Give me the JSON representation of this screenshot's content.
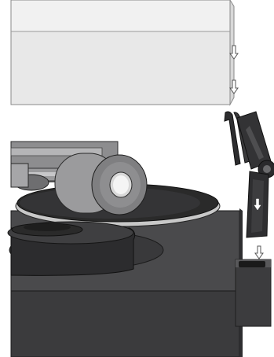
{
  "illustration": {
    "subject": "turntable-dust-cover-installation",
    "arrows": [
      {
        "name": "lid-down-arrow-upper",
        "direction": "down"
      },
      {
        "name": "lid-down-arrow-lower",
        "direction": "down"
      },
      {
        "name": "hinge-down-arrow",
        "direction": "down"
      },
      {
        "name": "hinge-slot-down-arrow",
        "direction": "down"
      }
    ]
  }
}
